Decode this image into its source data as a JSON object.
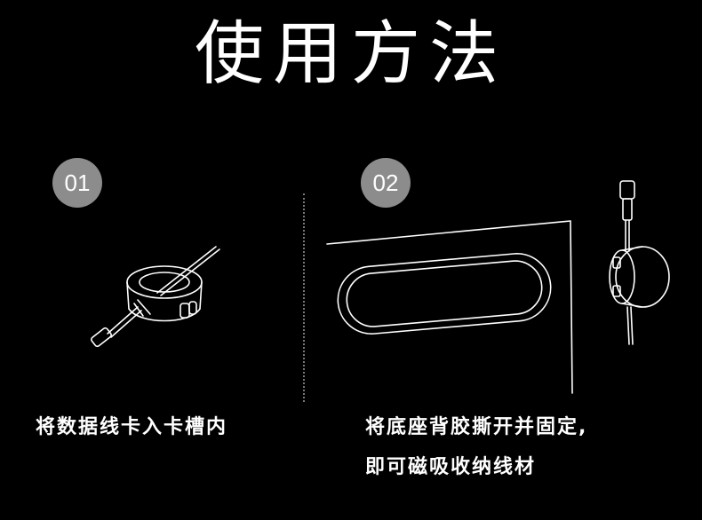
{
  "title": "使用方法",
  "steps": [
    {
      "number": "01",
      "caption_lines": [
        "将数据线卡入卡槽内"
      ]
    },
    {
      "number": "02",
      "caption_lines": [
        "将底座背胶撕开并固定,",
        "即可磁吸收纳线材"
      ]
    }
  ],
  "colors": {
    "background": "#000000",
    "text": "#ffffff",
    "badge": "#8c8c8c",
    "line_art": "#ffffff"
  }
}
